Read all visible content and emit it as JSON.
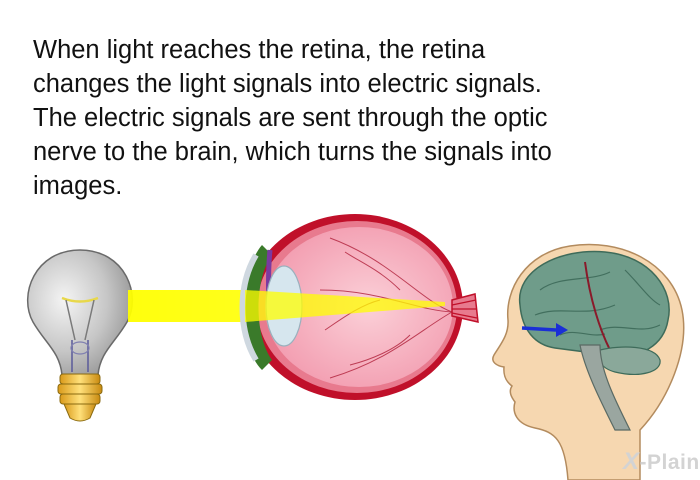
{
  "caption": {
    "text": "When light reaches the retina, the retina changes the light signals into electric signals. The electric signals are sent through the optic nerve to the brain, which turns the signals into images."
  },
  "brand": {
    "mark": "X",
    "name": "-Plain"
  },
  "illustration": {
    "icons": [
      "light-bulb-icon",
      "light-beam",
      "eye-cross-section-icon",
      "human-head-brain-icon",
      "signal-arrow-icon"
    ]
  },
  "colors": {
    "text": "#111111",
    "beam": "#ffff00",
    "bulb_glass": "#bdbdbd",
    "bulb_base": "#f2c94c",
    "eye_retina": "#f7a8b8",
    "eye_wall": "#c0102a",
    "brain": "#6f9c8a",
    "skin": "#f6d7b0",
    "arrow": "#1a2fd6",
    "brand": "#d3d3d3"
  }
}
